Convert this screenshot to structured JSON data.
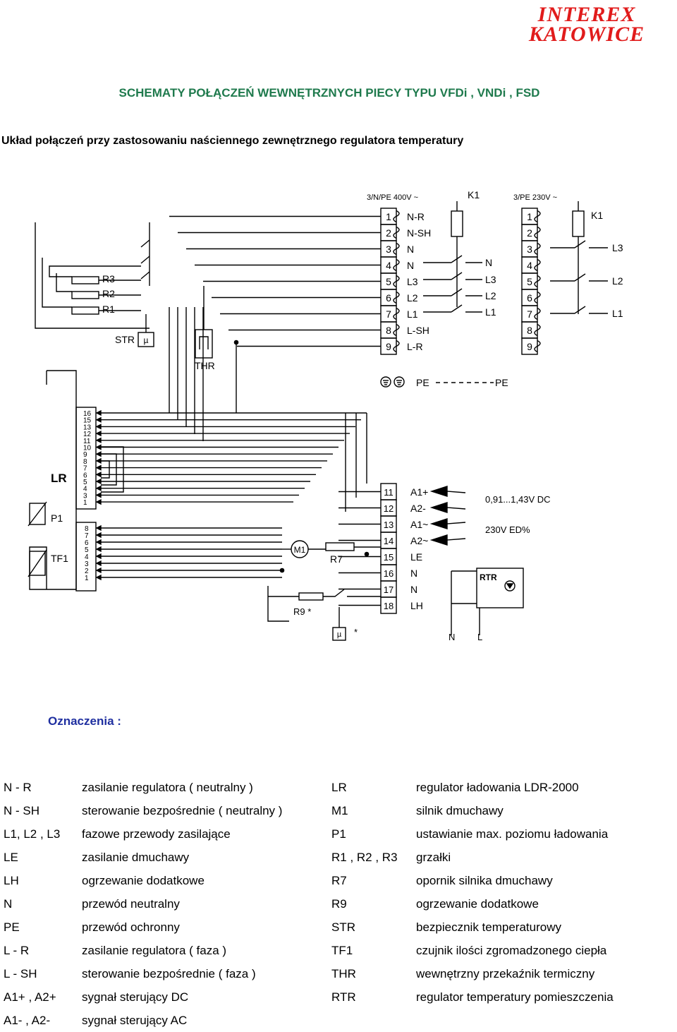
{
  "logo": {
    "line1": "INTEREX",
    "line2": "KATOWICE"
  },
  "title": "SCHEMATY  POŁĄCZEŃ  WEWNĘTRZNYCH  PIECY  TYPU  VFDi , VNDi , FSD",
  "subtitle": "Układ połączeń przy zastosowaniu naściennego zewnętrznego regulatora temperatury",
  "diagram": {
    "supply1": "3/N/PE 400V ~",
    "supply2": "3/PE 230V ~",
    "k1": "K1",
    "block1": [
      "1",
      "2",
      "3",
      "4",
      "5",
      "6",
      "7",
      "8",
      "9"
    ],
    "block1_labels": [
      "N-R",
      "N-SH",
      "N",
      "N",
      "L3",
      "L2",
      "L1",
      "L-SH",
      "L-R"
    ],
    "mid_labels": [
      "N",
      "L3",
      "L2",
      "L1"
    ],
    "block2": [
      "1",
      "2",
      "3",
      "4",
      "5",
      "6",
      "7",
      "8",
      "9"
    ],
    "block2_labels": [
      "L3",
      "L2",
      "L1"
    ],
    "pe": "PE",
    "resistors": [
      "R3",
      "R2",
      "R1"
    ],
    "str": "STR",
    "thr": "THR",
    "mu": "µ",
    "lr": "LR",
    "p1": "P1",
    "tf1": "TF1",
    "lr_top": [
      "16",
      "15",
      "13",
      "12",
      "11",
      "10",
      "9",
      "8",
      "7",
      "6",
      "5",
      "4",
      "3",
      "1"
    ],
    "lr_bot": [
      "8",
      "7",
      "6",
      "5",
      "4",
      "3",
      "2",
      "1"
    ],
    "block3": [
      "11",
      "12",
      "13",
      "14",
      "15",
      "16",
      "17",
      "18"
    ],
    "block3_labels": [
      "A1+",
      "A2-",
      "A1~",
      "A2~",
      "LE",
      "N",
      "N",
      "LH"
    ],
    "dc": "0,91...1,43V DC",
    "ac": "230V ED%",
    "m1": "M1",
    "r7": "R7",
    "rtr": "RTR",
    "r9": "R9 *",
    "star": "*",
    "n": "N",
    "l": "L"
  },
  "legend_title": "Oznaczenia :",
  "legend": [
    {
      "k1": "N - R",
      "v1": "zasilanie regulatora ( neutralny )",
      "k2": "LR",
      "v2": "regulator ładowania LDR-2000"
    },
    {
      "k1": "N - SH",
      "v1": "sterowanie bezpośrednie ( neutralny )",
      "k2": "M1",
      "v2": "silnik dmuchawy"
    },
    {
      "k1": "L1, L2 , L3",
      "v1": "fazowe przewody zasilające",
      "k2": "P1",
      "v2": "ustawianie max. poziomu ładowania"
    },
    {
      "k1": "LE",
      "v1": "zasilanie dmuchawy",
      "k2": "R1 , R2 , R3",
      "v2": "grzałki"
    },
    {
      "k1": "LH",
      "v1": "ogrzewanie dodatkowe",
      "k2": "R7",
      "v2": "opornik silnika dmuchawy"
    },
    {
      "k1": "N",
      "v1": "przewód neutralny",
      "k2": "R9",
      "v2": "ogrzewanie dodatkowe"
    },
    {
      "k1": "PE",
      "v1": "przewód ochronny",
      "k2": "STR",
      "v2": "bezpiecznik temperaturowy"
    },
    {
      "k1": "L - R",
      "v1": "zasilanie regulatora ( faza )",
      "k2": "TF1",
      "v2": "czujnik ilości zgromadzonego ciepła"
    },
    {
      "k1": "L - SH",
      "v1": "sterowanie bezpośrednie ( faza )",
      "k2": "THR",
      "v2": "wewnętrzny przekaźnik termiczny"
    },
    {
      "k1": "A1+ , A2+",
      "v1": "sygnał sterujący DC",
      "k2": "RTR",
      "v2": "regulator temperatury pomieszczenia"
    },
    {
      "k1": "A1- , A2-",
      "v1": "sygnał sterujący AC",
      "k2": "",
      "v2": ""
    }
  ]
}
